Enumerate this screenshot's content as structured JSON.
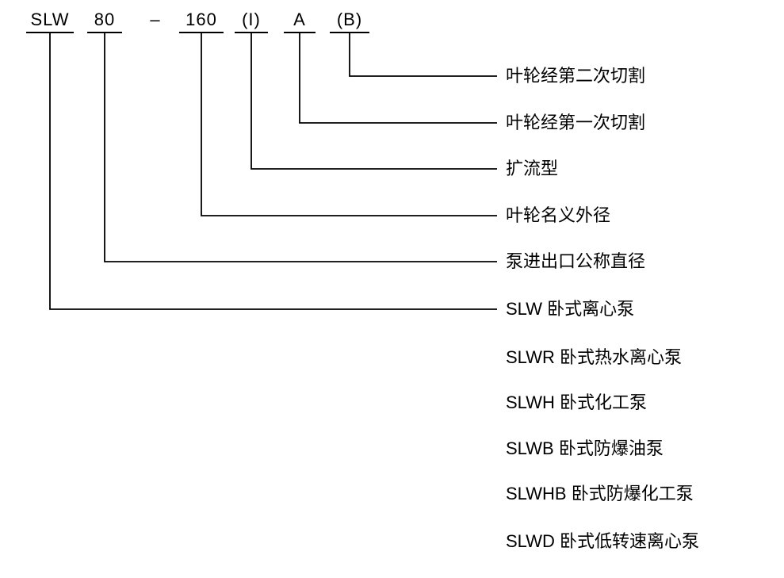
{
  "code": {
    "tokens": [
      {
        "text": "SLW"
      },
      {
        "text": "80"
      },
      {
        "text": "–"
      },
      {
        "text": "160"
      },
      {
        "text": "(I)"
      },
      {
        "text": "A"
      },
      {
        "text": "(B)"
      }
    ]
  },
  "callouts": [
    {
      "label": "叶轮经第二次切割"
    },
    {
      "label": "叶轮经第一次切割"
    },
    {
      "label": "扩流型"
    },
    {
      "label": "叶轮名义外径"
    },
    {
      "label": "泵进出口公称直径"
    },
    {
      "label": "SLW 卧式离心泵"
    }
  ],
  "variants": [
    {
      "label": "SLWR 卧式热水离心泵"
    },
    {
      "label": "SLWH 卧式化工泵"
    },
    {
      "label": "SLWB 卧式防爆油泵"
    },
    {
      "label": "SLWHB 卧式防爆化工泵"
    },
    {
      "label": "SLWD 卧式低转速离心泵"
    }
  ]
}
